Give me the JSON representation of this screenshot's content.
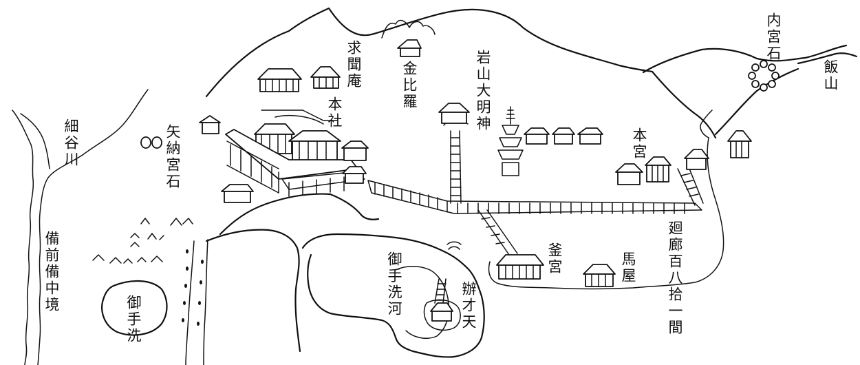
{
  "labels": {
    "hosodani_gawa": "細谷川",
    "bizen_bitchu_sakai": "備前備中境",
    "yanou_miyaishi": "矢納宮石",
    "mitarashi": "御手洗",
    "kyumon_an": "求聞庵",
    "honsha": "本社",
    "kompira": "金比羅",
    "iwayama_daimyojin": "岩山大明神",
    "mitarashi_kawa": "御手洗河",
    "benzaiten": "辦才天",
    "kamamiya": "釜宮",
    "umaya": "馬屋",
    "kairo": "廻廊百八拾一間",
    "hongu": "本宮",
    "naigu_ishi": "内宮石",
    "iiyama": "飯山"
  },
  "colors": {
    "ink": "#111111",
    "paper": "#ffffff"
  }
}
